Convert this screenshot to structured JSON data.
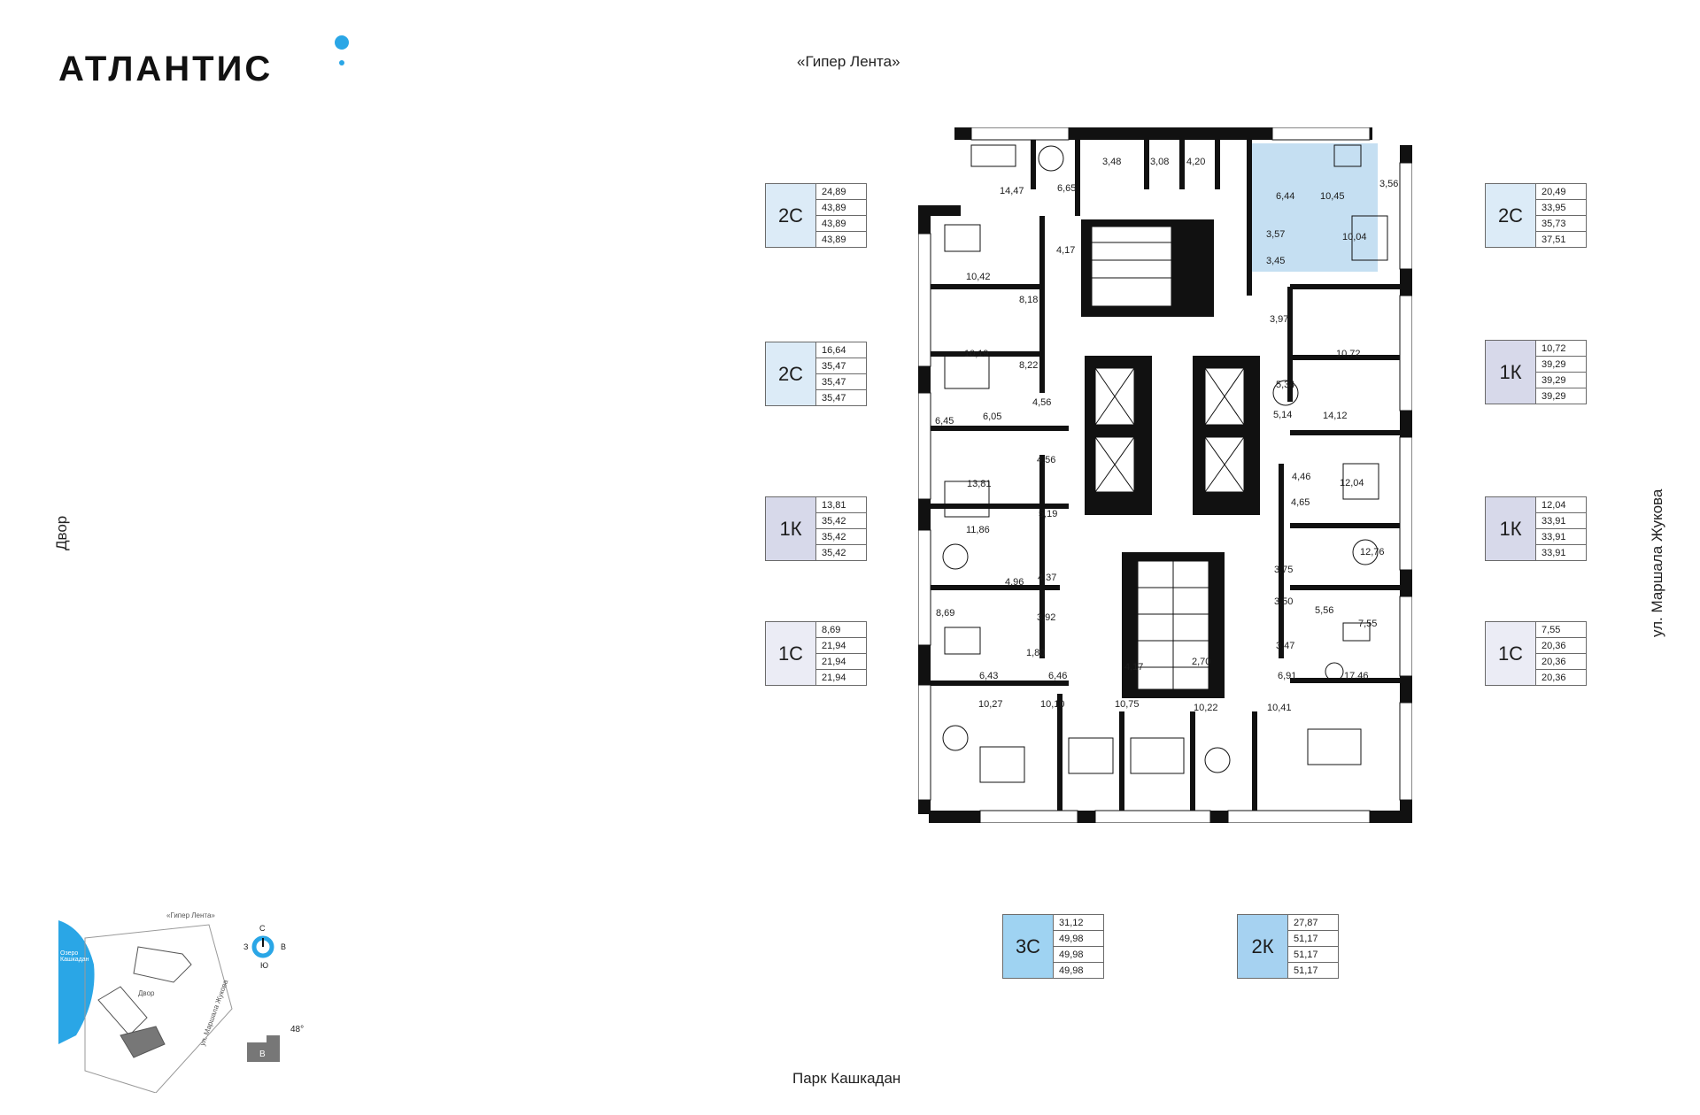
{
  "brand": {
    "logo_text": "АТЛАНТИС"
  },
  "streets": {
    "top": "«Гипер Лента»",
    "bottom": "Парк Кашкадан",
    "left": "Двор",
    "right": "ул. Маршала Жукова"
  },
  "colors": {
    "card_2c": "#dcebf7",
    "card_1k": "#d7d9ea",
    "card_1c": "#ebecf5",
    "card_3c": "#9fd3f2",
    "card_2k": "#a6d2f1",
    "highlight": "#c5dff2",
    "accent": "#2aa6e6",
    "wall": "#111111"
  },
  "cards": {
    "left": [
      {
        "type": "2С",
        "values": [
          "24,89",
          "43,89",
          "43,89",
          "43,89"
        ]
      },
      {
        "type": "2С",
        "values": [
          "16,64",
          "35,47",
          "35,47",
          "35,47"
        ]
      },
      {
        "type": "1К",
        "values": [
          "13,81",
          "35,42",
          "35,42",
          "35,42"
        ]
      },
      {
        "type": "1С",
        "values": [
          "8,69",
          "21,94",
          "21,94",
          "21,94"
        ]
      }
    ],
    "right": [
      {
        "type": "2С",
        "values": [
          "20,49",
          "33,95",
          "35,73",
          "37,51"
        ]
      },
      {
        "type": "1К",
        "values": [
          "10,72",
          "39,29",
          "39,29",
          "39,29"
        ]
      },
      {
        "type": "1К",
        "values": [
          "12,04",
          "33,91",
          "33,91",
          "33,91"
        ]
      },
      {
        "type": "1С",
        "values": [
          "7,55",
          "20,36",
          "20,36",
          "20,36"
        ]
      }
    ],
    "bottom": [
      {
        "type": "3С",
        "values": [
          "31,12",
          "49,98",
          "49,98",
          "49,98"
        ]
      },
      {
        "type": "2К",
        "values": [
          "27,87",
          "51,17",
          "51,17",
          "51,17"
        ]
      }
    ]
  },
  "rooms": {
    "r1": "14,47",
    "r2": "6,65",
    "r3": "3,48",
    "r4": "3,08",
    "r5": "4,20",
    "r6": "6,44",
    "r7": "10,45",
    "r8": "3,56",
    "r9": "3,57",
    "r10": "10,04",
    "r11": "10,42",
    "r12": "4,17",
    "r13": "8,18",
    "r14": "3,45",
    "r15": "3,97",
    "r16": "10,19",
    "r17": "8,22",
    "r18": "10,72",
    "r19": "5,34",
    "r20": "6,45",
    "r21": "6,05",
    "r22": "4,56",
    "r23": "5,14",
    "r24": "14,12",
    "r25": "13,81",
    "r26": "4,56",
    "r27": "4,46",
    "r28": "12,04",
    "r29": "5,19",
    "r30": "11,86",
    "r31": "4,65",
    "r32": "3,75",
    "r33": "12,76",
    "r34": "4,37",
    "r35": "4,96",
    "r36": "8,69",
    "r37": "3,92",
    "r38": "3,50",
    "r39": "5,56",
    "r40": "7,55",
    "r41": "1,80",
    "r42": "3,47",
    "r43": "6,43",
    "r44": "6,46",
    "r45": "4,17",
    "r46": "2,70",
    "r47": "6,91",
    "r48": "17,46",
    "r49": "10,27",
    "r50": "10,10",
    "r51": "10,75",
    "r52": "10,22",
    "r53": "10,41"
  },
  "minimap": {
    "label_top": "«Гипер Лента»",
    "label_lake": "Озеро Кашкадан",
    "label_yard": "Двор",
    "label_street": "ул. Маршала Жукова",
    "compass": {
      "n": "С",
      "s": "Ю",
      "w": "З",
      "e": "В"
    },
    "angle": "48°",
    "section": "В"
  }
}
